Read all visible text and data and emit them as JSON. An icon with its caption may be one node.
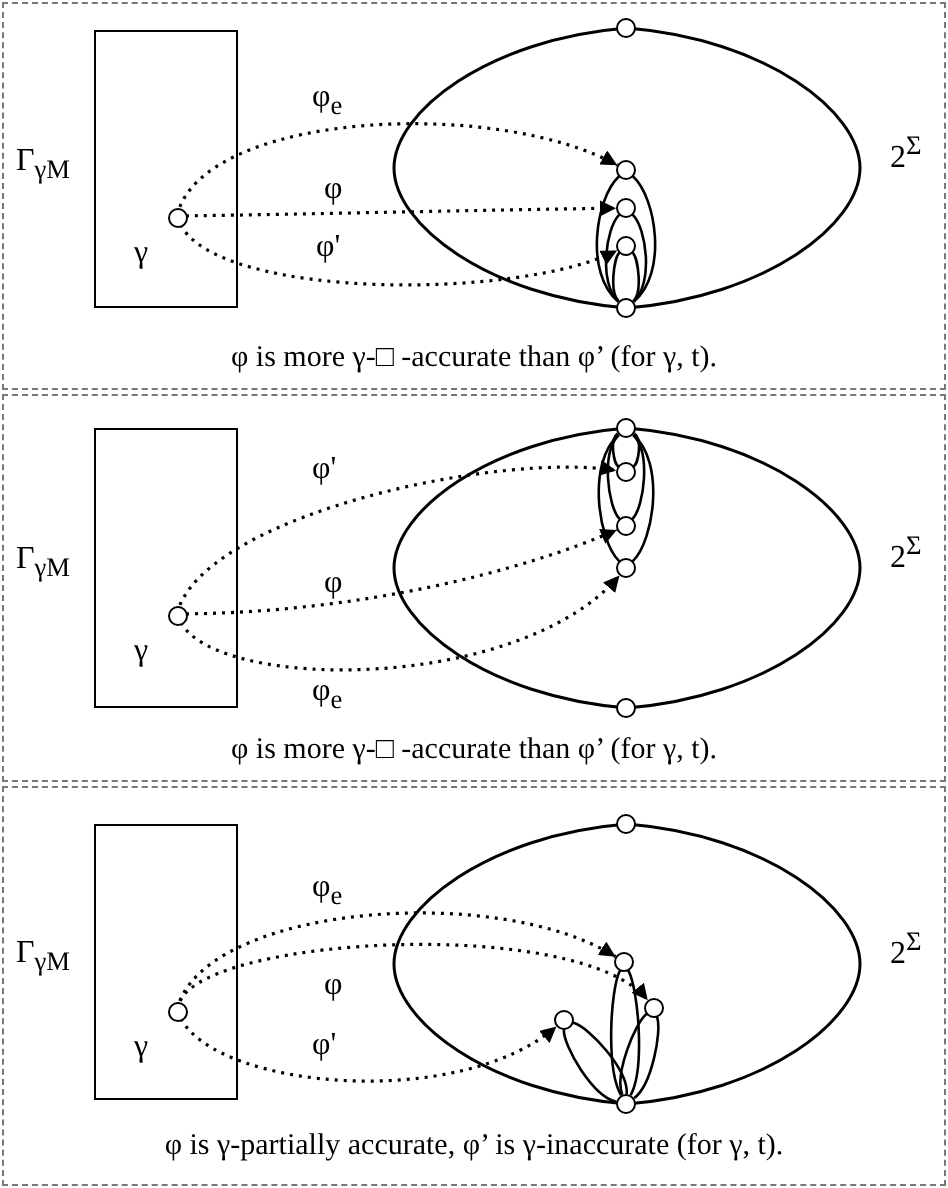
{
  "diagram": {
    "nodes": [
      {
        "text": [
          "Γ$_{γM}$"
        ]
      },
      {
        "text": [
          "γ"
        ],
        "in": 0
      },
      {
        "text": [
          "2$^{Σ}$"
        ]
      },
      {
        "text": [],
        "shape": "circle"
      },
      {
        "text": [],
        "shape": "circle",
        "in": 2
      },
      {
        "text": [],
        "shape": "circle",
        "in": 2
      },
      {
        "text": [],
        "shape": "circle",
        "in": 2
      },
      {
        "text": [],
        "shape": "circle"
      },
      {
        "text": [
          "Γ$_{γM}$"
        ]
      },
      {
        "text": [
          "γ"
        ],
        "in": 8
      },
      {
        "text": [
          "2$^{Σ}$"
        ]
      },
      {
        "text": [],
        "shape": "circle"
      },
      {
        "text": [],
        "shape": "circle",
        "in": 10
      },
      {
        "text": [],
        "shape": "circle",
        "in": 10
      },
      {
        "text": [],
        "shape": "circle",
        "in": 10
      },
      {
        "text": [],
        "shape": "circle"
      },
      {
        "text": [
          "Γ$_{γM}$"
        ]
      },
      {
        "text": [
          "γ"
        ],
        "in": 16
      },
      {
        "text": [
          "2$^{Σ}$"
        ]
      },
      {
        "text": [],
        "shape": "circle"
      },
      {
        "text": [],
        "shape": "circle",
        "in": 18
      },
      {
        "text": [],
        "shape": "circle",
        "in": 18
      },
      {
        "text": [],
        "shape": "circle",
        "in": 18
      },
      {
        "text": [],
        "shape": "circle"
      }
    ],
    "edges": [
      {
        "from": 1,
        "to": 4,
        "arrow": "to",
        "label": "φ$_{e}$",
        "style": "dashed"
      },
      {
        "from": 1,
        "to": 5,
        "arrow": "to",
        "label": "φ",
        "style": "dashed"
      },
      {
        "from": 1,
        "to": 6,
        "arrow": "to",
        "label": "φ'",
        "style": "dashed"
      },
      {
        "from": 7,
        "to": 4,
        "arrow": "none"
      },
      {
        "from": 7,
        "to": 5,
        "arrow": "none"
      },
      {
        "from": 7,
        "to": 6,
        "arrow": "none"
      },
      {
        "from": 9,
        "to": 12,
        "arrow": "to",
        "label": "φ'",
        "style": "dashed"
      },
      {
        "from": 9,
        "to": 13,
        "arrow": "to",
        "label": "φ",
        "style": "dashed"
      },
      {
        "from": 9,
        "to": 14,
        "arrow": "to",
        "label": "φ$_{e}$",
        "style": "dashed"
      },
      {
        "from": 11,
        "to": 12,
        "arrow": "none"
      },
      {
        "from": 11,
        "to": 13,
        "arrow": "none"
      },
      {
        "from": 11,
        "to": 14,
        "arrow": "none"
      },
      {
        "from": 17,
        "to": 20,
        "arrow": "to",
        "label": "φ$_{e}$",
        "style": "dashed"
      },
      {
        "from": 17,
        "to": 22,
        "arrow": "to",
        "label": "φ",
        "style": "dashed"
      },
      {
        "from": 17,
        "to": 21,
        "arrow": "to",
        "label": "φ'",
        "style": "dashed"
      },
      {
        "from": 23,
        "to": 21,
        "arrow": "none"
      },
      {
        "from": 23,
        "to": 20,
        "arrow": "none"
      },
      {
        "from": 23,
        "to": 22,
        "arrow": "none"
      }
    ],
    "labels": [
      "φ is more γ-□ -accurate than φ’ (for γ, t).",
      "φ is more γ-□ -accurate than φ’ (for γ, t).",
      "φ is γ-partially accurate, φ’ is γ-inaccurate (for γ, t)."
    ]
  }
}
